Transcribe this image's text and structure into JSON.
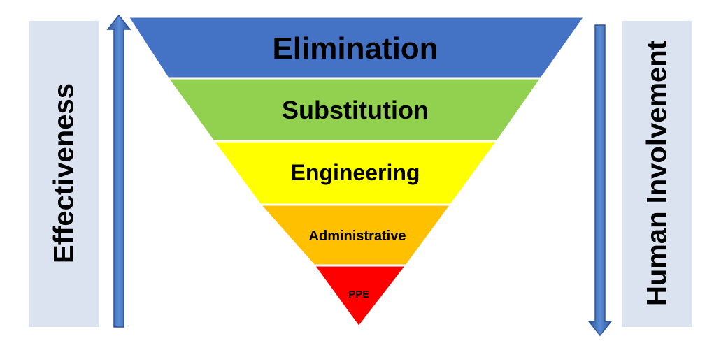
{
  "hierarchy": {
    "tiers": [
      {
        "label": "Elimination",
        "color": "#4472c4"
      },
      {
        "label": "Substitution",
        "color": "#92d050"
      },
      {
        "label": "Engineering",
        "color": "#ffff00"
      },
      {
        "label": "Administrative",
        "color": "#ffc000"
      },
      {
        "label": "PPE",
        "color": "#ff0000"
      }
    ]
  },
  "left_axis": {
    "label": "Effectiveness",
    "arrow_direction": "up",
    "arrow_color": "#4472c4"
  },
  "right_axis": {
    "label": "Human Involvement",
    "arrow_direction": "down",
    "arrow_color": "#4472c4"
  },
  "panel_color": "#dce3f0"
}
